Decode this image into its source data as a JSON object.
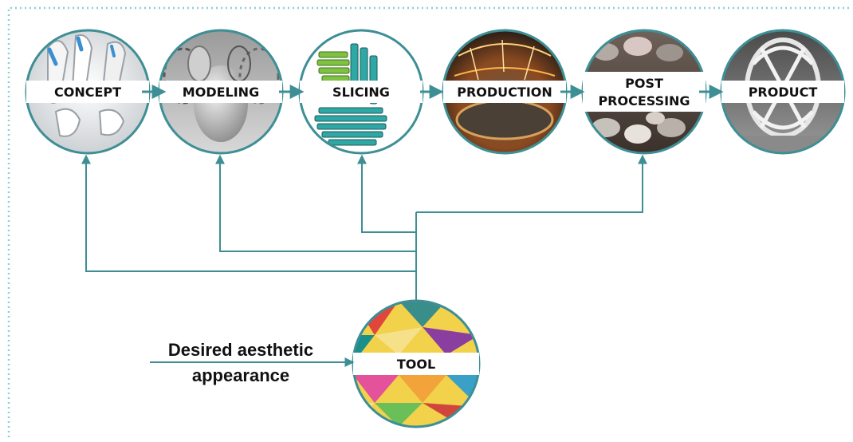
{
  "stages": [
    {
      "label": "CONCEPT",
      "image": "white abstract sculpted shapes"
    },
    {
      "label": "MODELING",
      "image": "grey 3D rendered egg-like lattice models"
    },
    {
      "label": "SLICING",
      "image": "teal and green sliced bunny model"
    },
    {
      "label": "PRODUCTION",
      "image": "sparks around printing bed"
    },
    {
      "label_line1": "POST",
      "label_line2": "PROCESSING",
      "image": "pile of polished pebble parts"
    },
    {
      "label": "PRODUCT",
      "image": "white lattice printed objects"
    }
  ],
  "tool": {
    "label": "TOOL",
    "image": "colorful low-poly triangle pattern"
  },
  "input": {
    "line1": "Desired aesthetic",
    "line2": "appearance"
  },
  "colors": {
    "connector": "#3e8f95",
    "border": "#6fbfc0",
    "label_band": "#ffffff",
    "text": "#111111"
  }
}
